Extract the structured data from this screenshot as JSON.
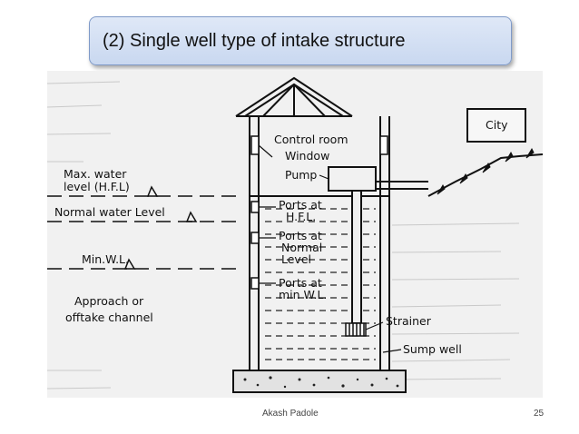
{
  "slide": {
    "title": "(2) Single well type of intake structure",
    "author": "Akash Padole",
    "page_number": "25"
  },
  "diagram": {
    "labels": {
      "city": "City",
      "control_room": "Control room",
      "window": "Window",
      "pump": "Pump",
      "max_water_1": "Max. water",
      "max_water_2": "level (H.F.L)",
      "normal_water": "Normal water Level",
      "min_wl": "Min.W.L.",
      "approach_1": "Approach or",
      "approach_2": "offtake channel",
      "ports_hfl_1": "Ports at",
      "ports_hfl_2": "H.F.L.",
      "ports_normal_1": "Ports at",
      "ports_normal_2": "Normal",
      "ports_normal_3": "Level",
      "ports_min_1": "Ports at",
      "ports_min_2": "min W.L.",
      "strainer": "Strainer",
      "sump_well": "Sump well"
    }
  },
  "colors": {
    "title_box_fill": "#d5e1f4",
    "title_box_border": "#7f9ac8",
    "scan_background": "#f1f1f1",
    "ink": "#111111"
  }
}
